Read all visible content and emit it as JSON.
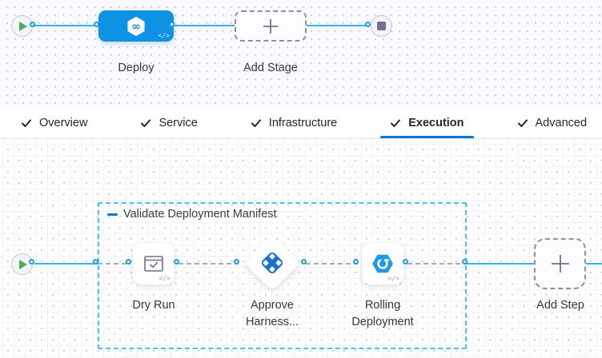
{
  "pipeline": {
    "deploy_stage_label": "Deploy",
    "add_stage_label": "Add Stage"
  },
  "tabs": {
    "items": [
      {
        "label": "Overview"
      },
      {
        "label": "Service"
      },
      {
        "label": "Infrastructure"
      },
      {
        "label": "Execution"
      },
      {
        "label": "Advanced"
      }
    ],
    "active": "Execution"
  },
  "execution": {
    "step_group": {
      "label": "Validate Deployment Manifest"
    },
    "steps": [
      {
        "label": "Dry Run",
        "type": "step"
      },
      {
        "label_line1": "Approve",
        "label_line2": "Harness...",
        "type": "approval"
      },
      {
        "label": "Rolling Deployment",
        "type": "step"
      }
    ],
    "add_step_label": "Add Step"
  },
  "icons": {
    "code_glyph": "</>",
    "infinity_glyph": "∞",
    "play": "green-triangle",
    "stop": "gray-square",
    "plus": "cross-lines",
    "check": "checkmark",
    "dry_run": "window-with-check",
    "approval": "blue-diamond-cluster",
    "rolling": "blue-hexagon-refresh"
  },
  "colors": {
    "accent_blue": "#0278d5",
    "stage_node_blue": "#0d92e4",
    "connector_blue": "#33b3f1",
    "group_border_cyan": "#49c3ec",
    "play_green": "#50ad57",
    "end_gray": "#6e7190",
    "approval_blue": "#1b6fd6",
    "rolling_blue": "#1e9be8"
  }
}
